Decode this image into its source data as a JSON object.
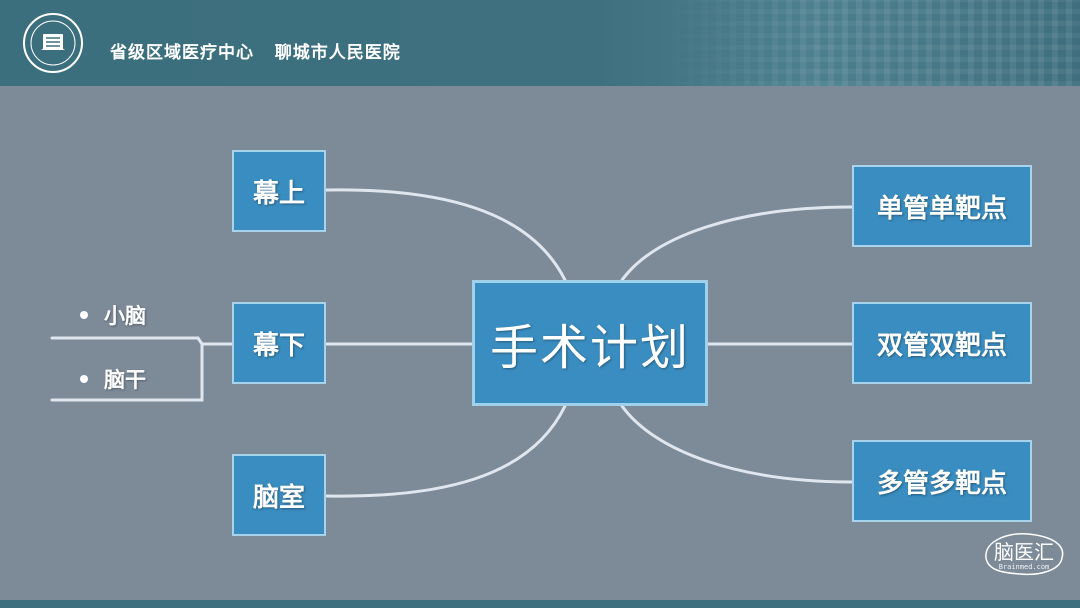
{
  "header": {
    "title": "省级区域医疗中心   聊城市人民医院"
  },
  "diagram": {
    "center": {
      "label": "手术计划"
    },
    "left": [
      {
        "label": "幕上"
      },
      {
        "label": "幕下"
      },
      {
        "label": "脑室"
      }
    ],
    "sub": [
      {
        "label": "小脑"
      },
      {
        "label": "脑干"
      }
    ],
    "right": [
      {
        "label": "单管单靶点"
      },
      {
        "label": "双管双靶点"
      },
      {
        "label": "多管多靶点"
      }
    ]
  },
  "watermark": {
    "text": "脑医汇",
    "sub": "Brainmed.com"
  },
  "colors": {
    "background": "#7d8a98",
    "header": "#3e7080",
    "box_fill": "#3a8dc0",
    "box_border": "#a7d3ec",
    "connector": "#dfe6ee"
  },
  "icons": {
    "logo": "hospital-seal-logo"
  }
}
